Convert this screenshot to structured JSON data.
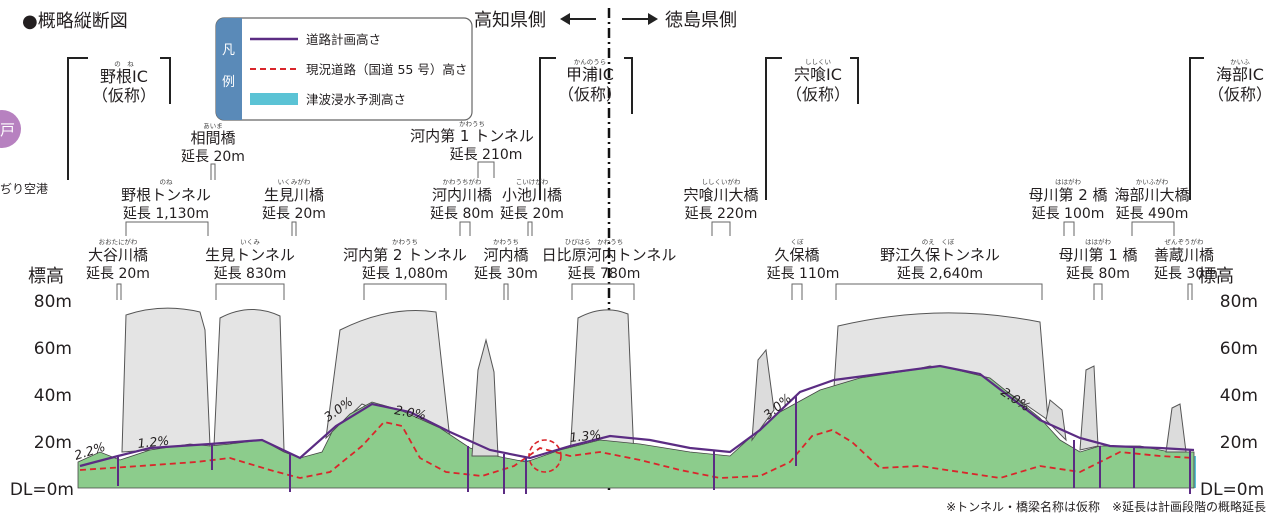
{
  "title": "●概略縦断図",
  "direction": {
    "west": "高知県側",
    "east": "徳島県側"
  },
  "legend": {
    "heading": [
      "凡",
      "例"
    ],
    "items": [
      {
        "label": "道路計画高さ",
        "color": "#5b2c83",
        "style": "solid"
      },
      {
        "label": "現況道路（国道 55 号）高さ",
        "color": "#d9262b",
        "style": "dashed"
      },
      {
        "label": "津波浸水予測高さ",
        "color": "#5bc3d5",
        "style": "fill"
      }
    ]
  },
  "left_edge": {
    "badge": "戸",
    "text": "ぢり空港"
  },
  "axis": {
    "title": "標高",
    "ticks": [
      {
        "value": 0,
        "label": "DL=0m"
      },
      {
        "value": 20,
        "label": "20m"
      },
      {
        "value": 40,
        "label": "40m"
      },
      {
        "value": 60,
        "label": "60m"
      },
      {
        "value": 80,
        "label": "80m"
      }
    ]
  },
  "interchanges": [
    {
      "id": "nane",
      "ruby": "の　ね",
      "name": "野根IC",
      "note": "（仮称）"
    },
    {
      "id": "kannoura",
      "ruby": "かんのうら",
      "name": "甲浦IC",
      "note": "（仮称）"
    },
    {
      "id": "shishikui",
      "ruby": "ししくい",
      "name": "宍喰IC",
      "note": "（仮称）"
    },
    {
      "id": "kaifu",
      "ruby": "かいふ",
      "name": "海部IC",
      "note": "（仮称）"
    }
  ],
  "structures": [
    {
      "id": "ootani",
      "ruby": "おおたにがわ",
      "name": "大谷川橋",
      "length": "延長 20m"
    },
    {
      "id": "nane-tunnel",
      "ruby": "のね",
      "name": "野根トンネル",
      "length": "延長 1,130m"
    },
    {
      "id": "aima",
      "ruby": "あいま",
      "name": "相間橋",
      "length": "延長 20m"
    },
    {
      "id": "ikumi-tunnel",
      "ruby": "いくみ",
      "name": "生見トンネル",
      "length": "延長 830m"
    },
    {
      "id": "ikumigawa",
      "ruby": "いくみがわ",
      "name": "生見川橋",
      "length": "延長 20m"
    },
    {
      "id": "kawauchi2",
      "ruby": "かわうち",
      "name": "河内第 2 トンネル",
      "length": "延長 1,080m"
    },
    {
      "id": "kawauchi1",
      "ruby": "かわうち",
      "name": "河内第 1 トンネル",
      "length": "延長 210m"
    },
    {
      "id": "kawauchigawa",
      "ruby": "かわうちがわ",
      "name": "河内川橋",
      "length": "延長 80m"
    },
    {
      "id": "koikegawa",
      "ruby": "こいけがわ",
      "name": "小池川橋",
      "length": "延長 20m"
    },
    {
      "id": "kawauchi-br",
      "ruby": "かわうち",
      "name": "河内橋",
      "length": "延長 30m"
    },
    {
      "id": "hibihara",
      "ruby": "ひびはら　かわうち",
      "name": "日比原河内トンネル",
      "length": "延長 780m"
    },
    {
      "id": "shishikuigawa",
      "ruby": "ししくいがわ",
      "name": "宍喰川大橋",
      "length": "延長 220m"
    },
    {
      "id": "kubo",
      "ruby": "くぼ",
      "name": "久保橋",
      "length": "延長 110m"
    },
    {
      "id": "noekubo",
      "ruby": "のえ　くぼ",
      "name": "野江久保トンネル",
      "length": "延長 2,640m"
    },
    {
      "id": "hahagawa2",
      "ruby": "ははがわ",
      "name": "母川第 2 橋",
      "length": "延長 100m"
    },
    {
      "id": "kaifugawa",
      "ruby": "かいふがわ",
      "name": "海部川大橋",
      "length": "延長 490m"
    },
    {
      "id": "hahagawa1",
      "ruby": "ははがわ",
      "name": "母川第 1 橋",
      "length": "延長 80m"
    },
    {
      "id": "zenzo",
      "ruby": "ぜんぞうがわ",
      "name": "善蔵川橋",
      "length": "延長 30m"
    }
  ],
  "grades": [
    "2.2%",
    "1.2%",
    "3.0%",
    "2.0%",
    "1.3%",
    "3.0%",
    "2.0%"
  ],
  "footnote": "※トンネル・橋梁名称は仮称　※延長は計画段階の概略延長"
}
